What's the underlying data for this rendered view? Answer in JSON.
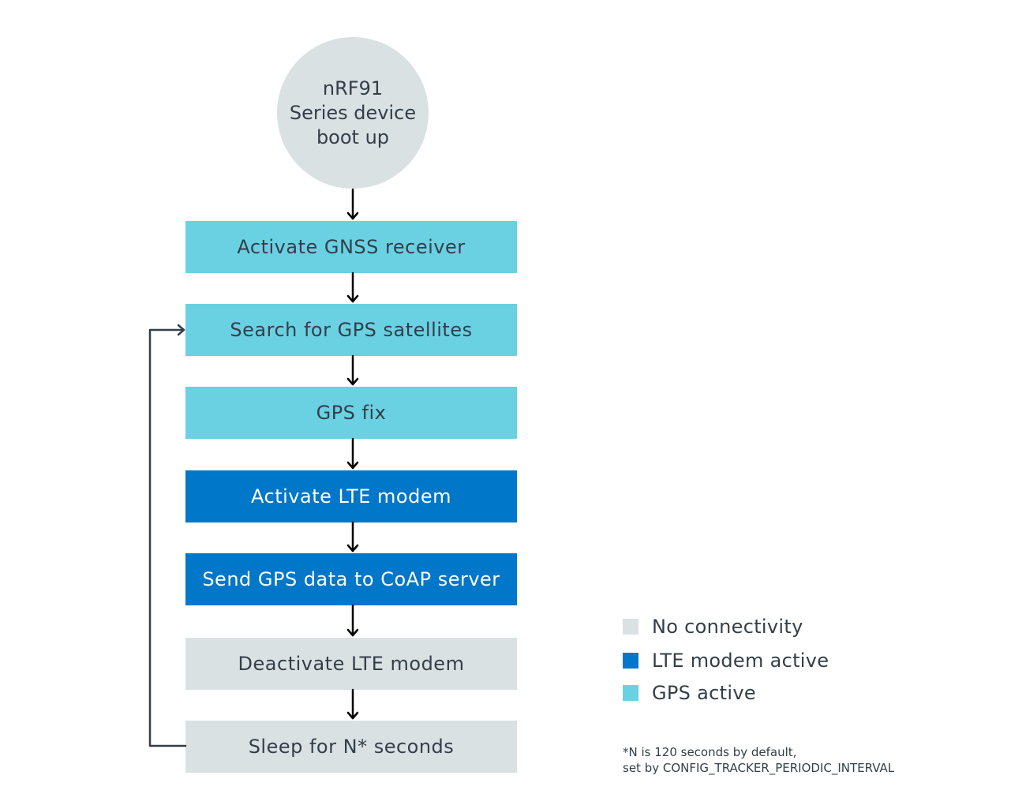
{
  "start": {
    "lines": [
      "nRF91",
      "Series device",
      "boot up"
    ]
  },
  "steps": [
    {
      "label": "Activate GNSS receiver"
    },
    {
      "label": "Search for GPS satellites"
    },
    {
      "label": "GPS fix"
    },
    {
      "label": "Activate LTE modem"
    },
    {
      "label": "Send GPS data to CoAP server"
    },
    {
      "label": "Deactivate LTE modem"
    },
    {
      "label": "Sleep for N* seconds"
    }
  ],
  "legend": [
    {
      "label": "No connectivity",
      "color": "#d9e1e2"
    },
    {
      "label": "LTE modem active",
      "color": "#0077c8"
    },
    {
      "label": "GPS active",
      "color": "#6ad1e3"
    }
  ],
  "footnote": {
    "line1": "*N is 120 seconds by default,",
    "line2": "set by CONFIG_TRACKER_PERIODIC_INTERVAL"
  },
  "colors": {
    "gps_active": "#6ad1e3",
    "lte_active": "#0077c8",
    "no_connectivity": "#d9e1e2",
    "arrow": "#000000",
    "loop_arrow": "#333f48"
  }
}
